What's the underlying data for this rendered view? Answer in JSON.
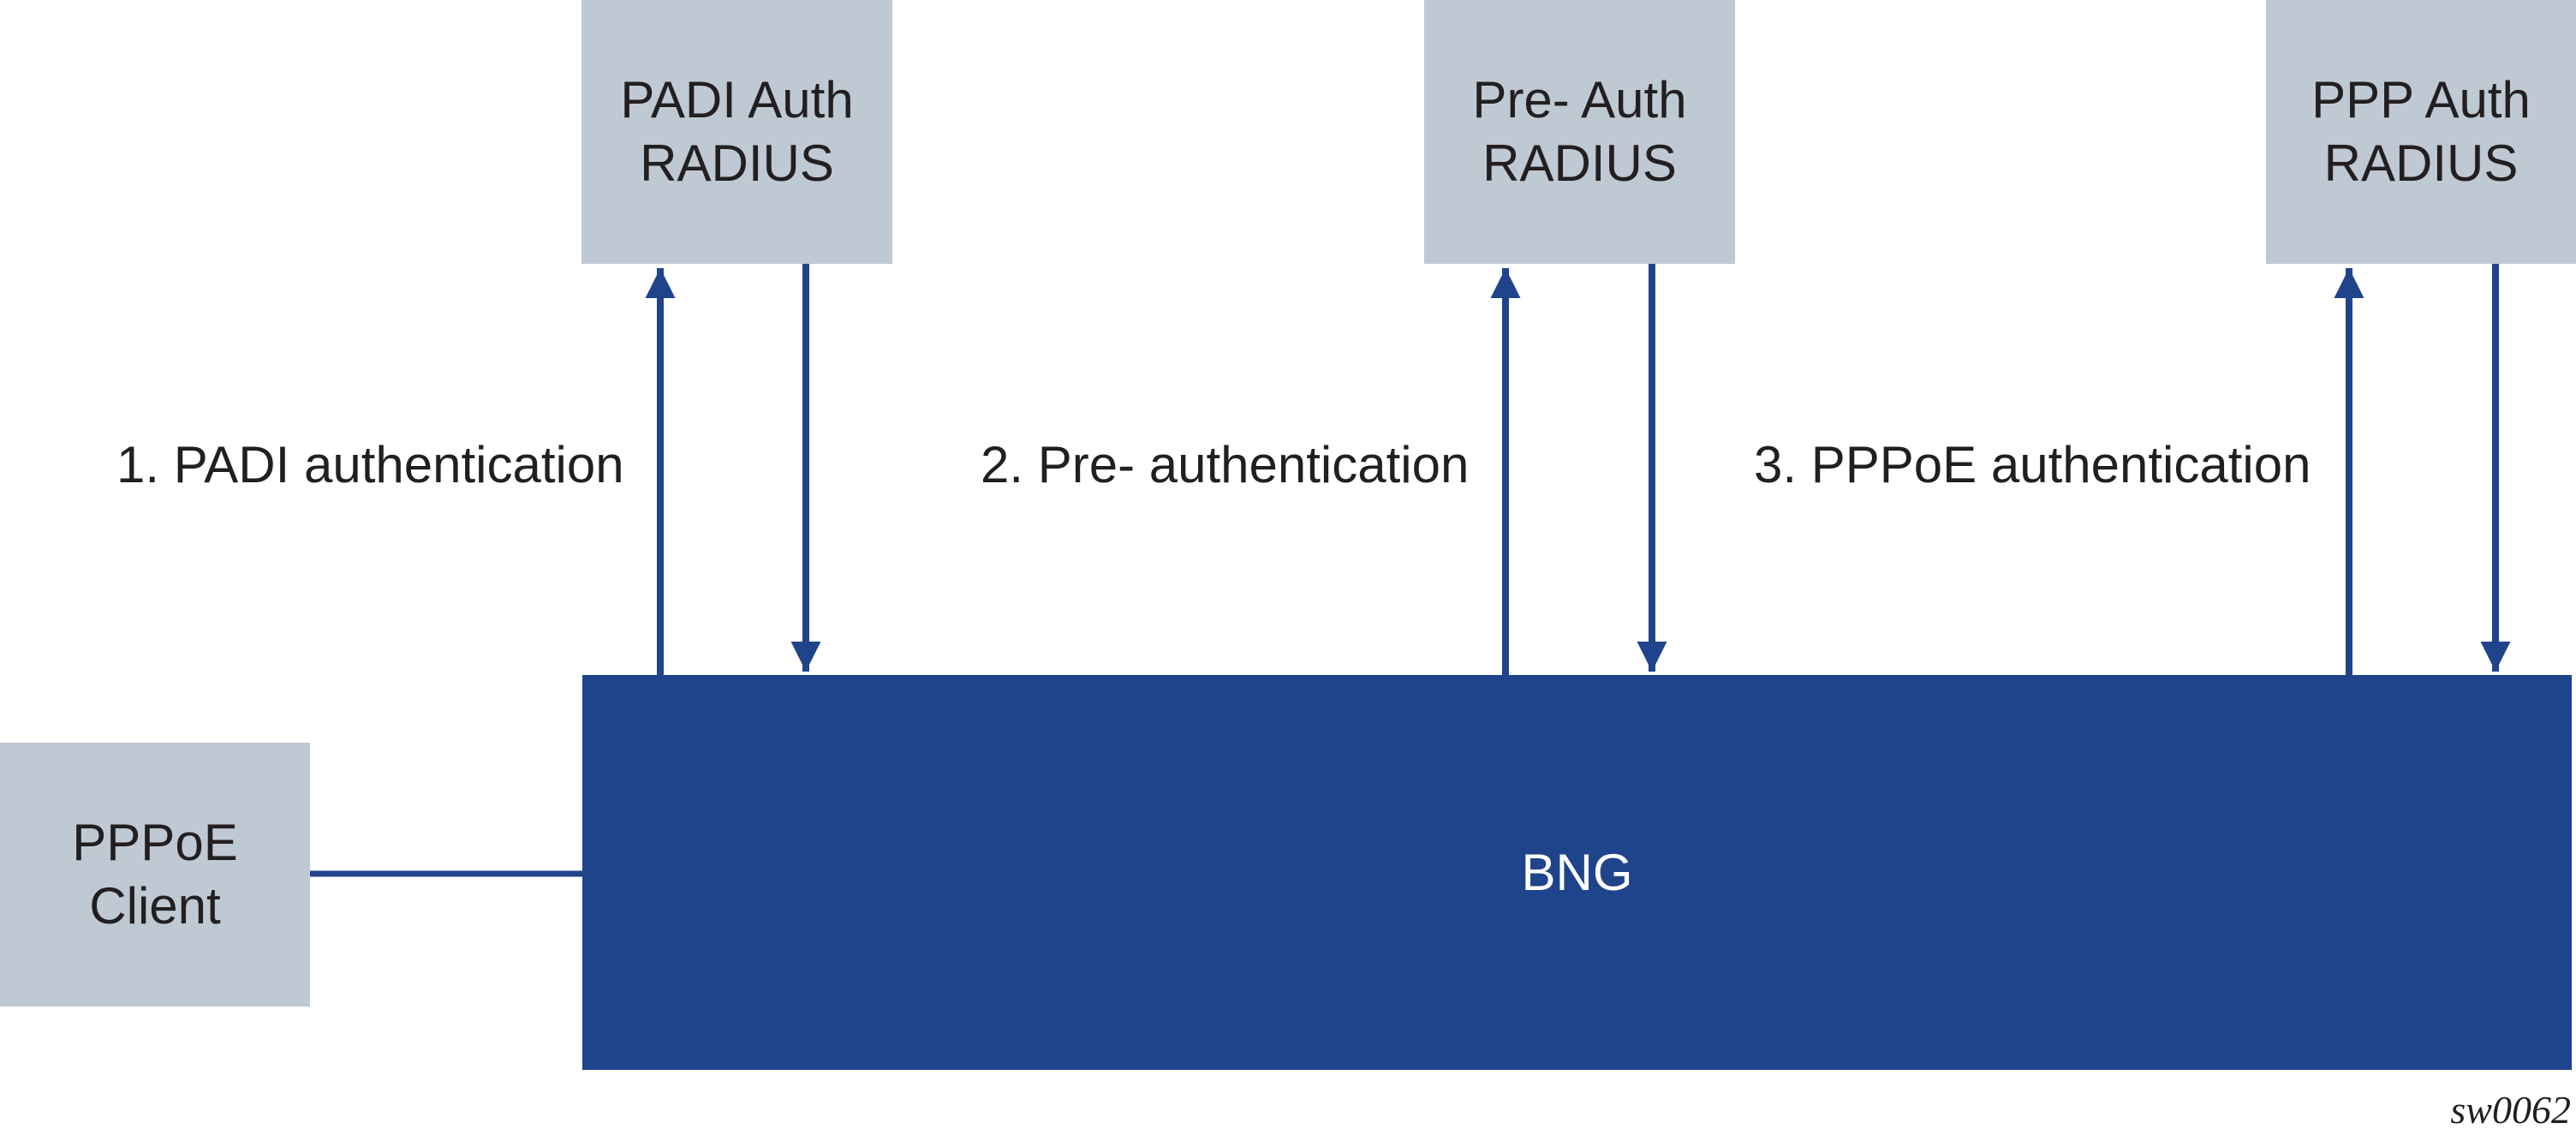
{
  "radius_servers": {
    "padi": {
      "line1": "PADI Auth",
      "line2": "RADIUS"
    },
    "preauth": {
      "line1": "Pre- Auth",
      "line2": "RADIUS"
    },
    "ppp": {
      "line1": "PPP Auth",
      "line2": "RADIUS"
    }
  },
  "client": {
    "line1": "PPPoE",
    "line2": "Client"
  },
  "bng": {
    "label": "BNG"
  },
  "steps": [
    {
      "label": "1. PADI authentication"
    },
    {
      "label": "2. Pre- authentication"
    },
    {
      "label": "3. PPPoE authentication"
    }
  ],
  "figure_id": "sw0062",
  "colors": {
    "box_fill": "#bfc9d3",
    "bng_fill": "#1f448c",
    "arrow": "#1f448c",
    "text": "#231f20"
  }
}
